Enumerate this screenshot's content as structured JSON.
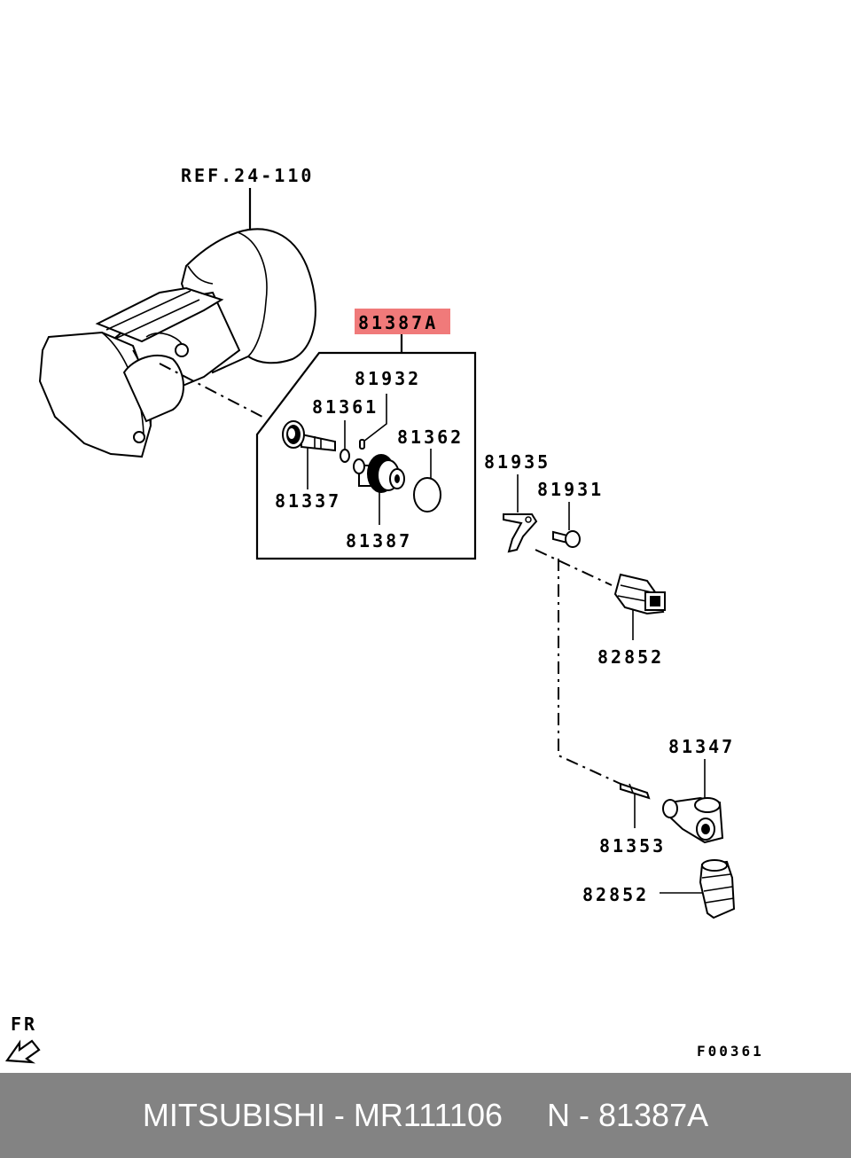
{
  "diagram": {
    "ref_label": "REF.24-110",
    "highlight_label": "81387A",
    "highlight_color": "#f07a7a",
    "part_labels": {
      "p81932": "81932",
      "p81361": "81361",
      "p81362": "81362",
      "p81337": "81337",
      "p81387": "81387",
      "p81935": "81935",
      "p81931": "81931",
      "p82852_a": "82852",
      "p81347": "81347",
      "p81353": "81353",
      "p82852_b": "82852"
    },
    "direction_label": "FR",
    "figure_code": "F00361"
  },
  "footer": {
    "text": "MITSUBISHI - MR111106     N - 81387A",
    "background": "#838383"
  }
}
